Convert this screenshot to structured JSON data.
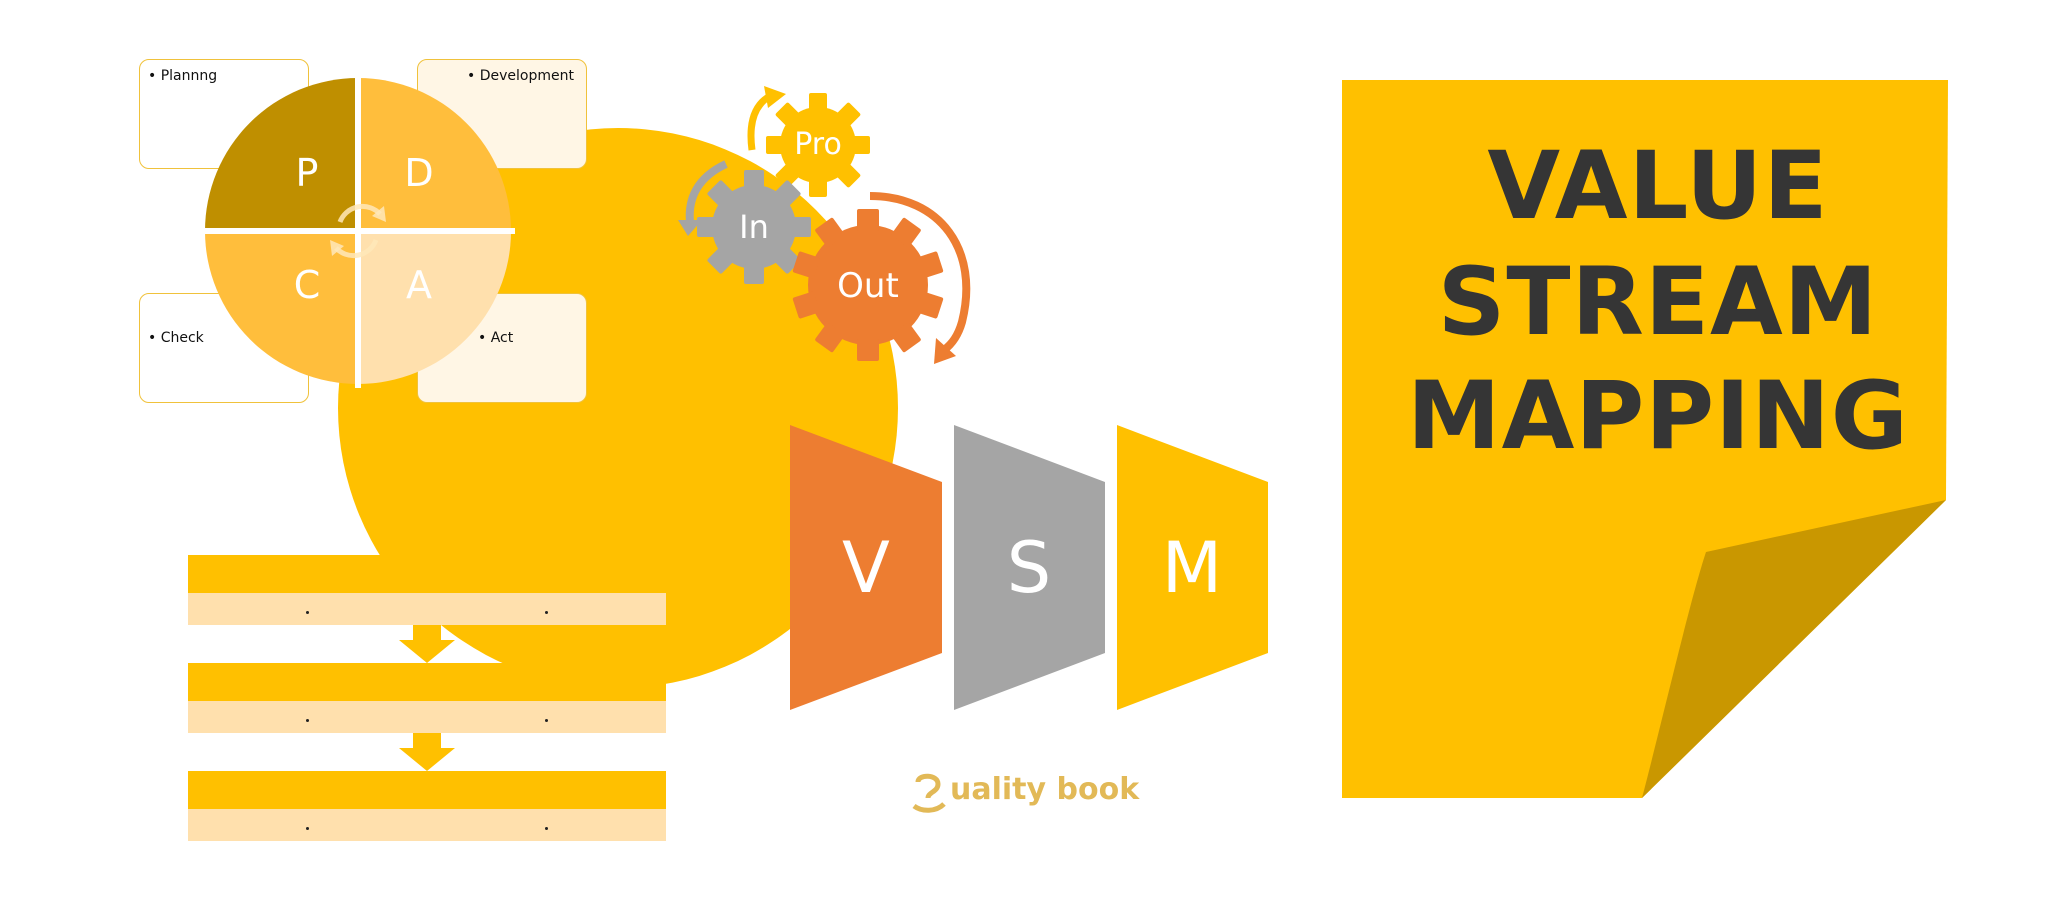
{
  "pdca": {
    "boxes": {
      "plan": "• Plannng",
      "do": "• Development",
      "check": "• Check",
      "act": "• Act"
    },
    "quadrants": {
      "p": "P",
      "d": "D",
      "c": "C",
      "a": "A"
    }
  },
  "process_gears": {
    "pro": "Pro",
    "in": "In",
    "out": "Out"
  },
  "vsm_letters": {
    "v": "V",
    "s": "S",
    "m": "M"
  },
  "title": {
    "line1": "VALUE",
    "line2": "STREAM",
    "line3": "MAPPING"
  },
  "logo": {
    "text": "uality book"
  },
  "colors": {
    "gold": "#ffc000",
    "dark_gold": "#bf8f00",
    "light_gold": "#ffbe3c",
    "pale_gold": "#ffe0ad",
    "orange": "#ed7d31",
    "gray": "#a5a5a5",
    "title_text": "#353535"
  }
}
